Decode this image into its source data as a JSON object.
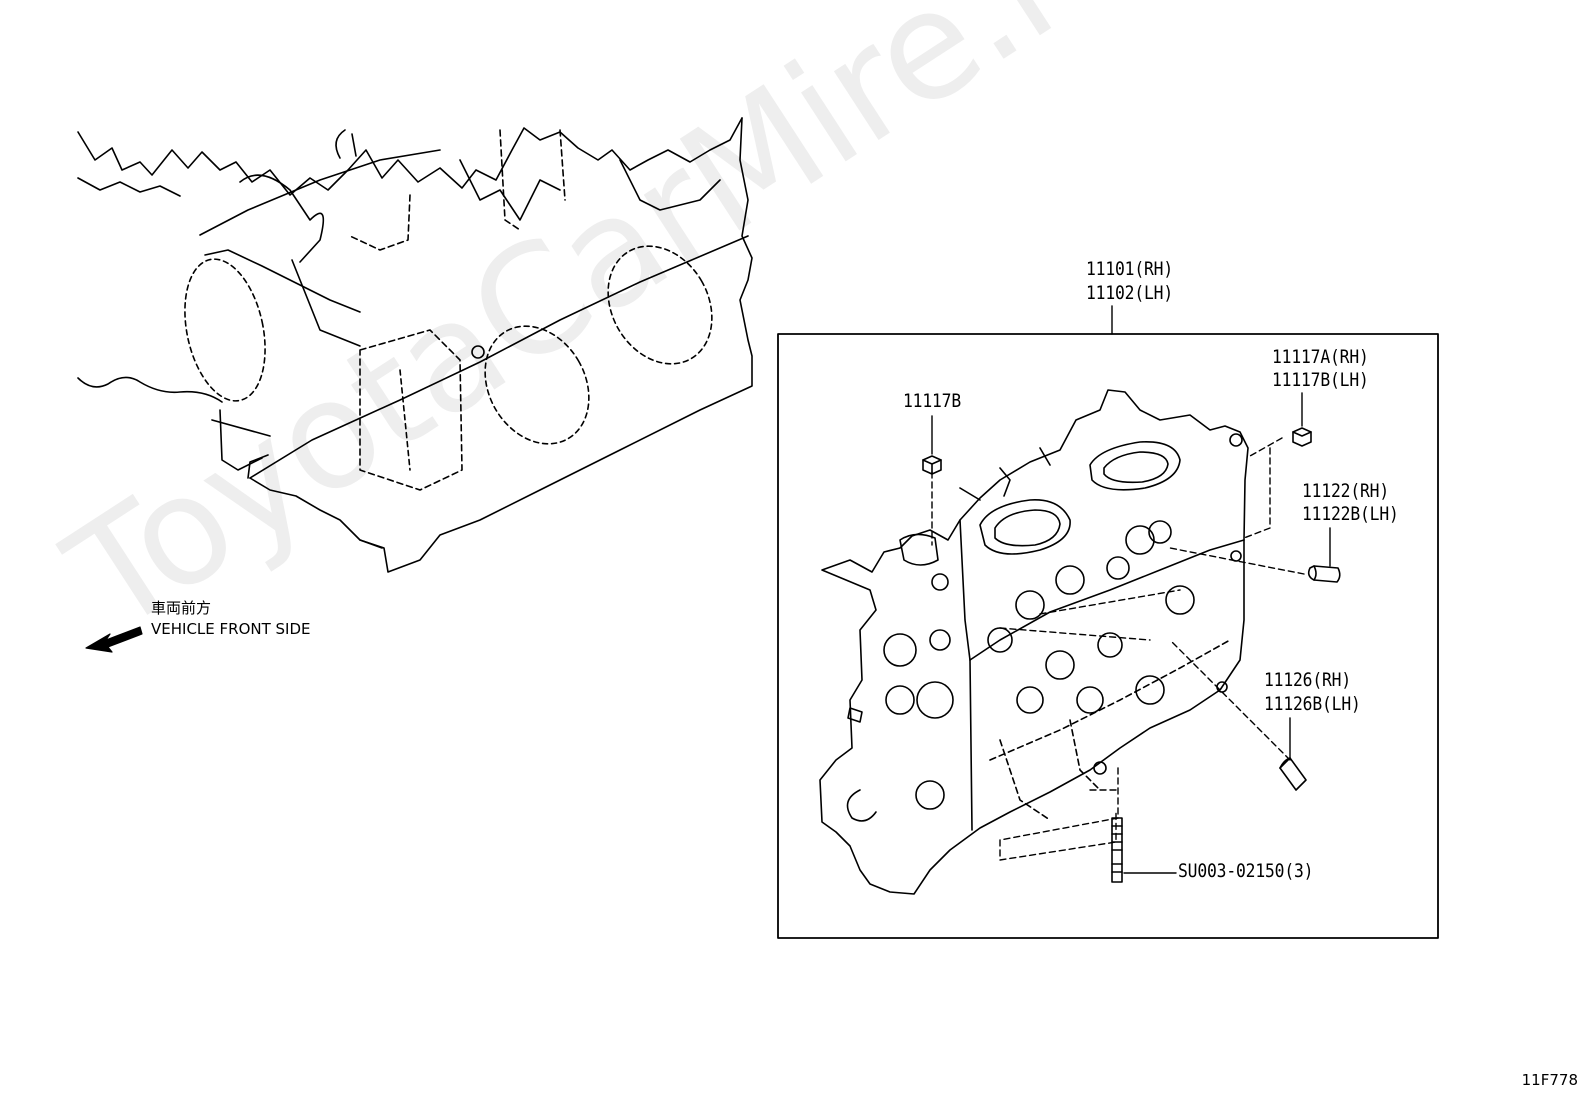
{
  "watermark": "ToyotaCarMire.ru",
  "front_label": {
    "jp": "車両前方",
    "en": "VEHICLE FRONT SIDE"
  },
  "callouts": {
    "head_rh": "11101(RH)",
    "head_lh": "11102(LH)",
    "plug_b": "11117B",
    "plug_a_rh": "11117A(RH)",
    "plug_b_lh": "11117B(LH)",
    "pin_rh": "11122(RH)",
    "pin_lh": "11122B(LH)",
    "sleeve_rh": "11126(RH)",
    "sleeve_lh": "11126B(LH)",
    "stud": "SU003-02150(3)"
  },
  "diagram_code": "11F778"
}
